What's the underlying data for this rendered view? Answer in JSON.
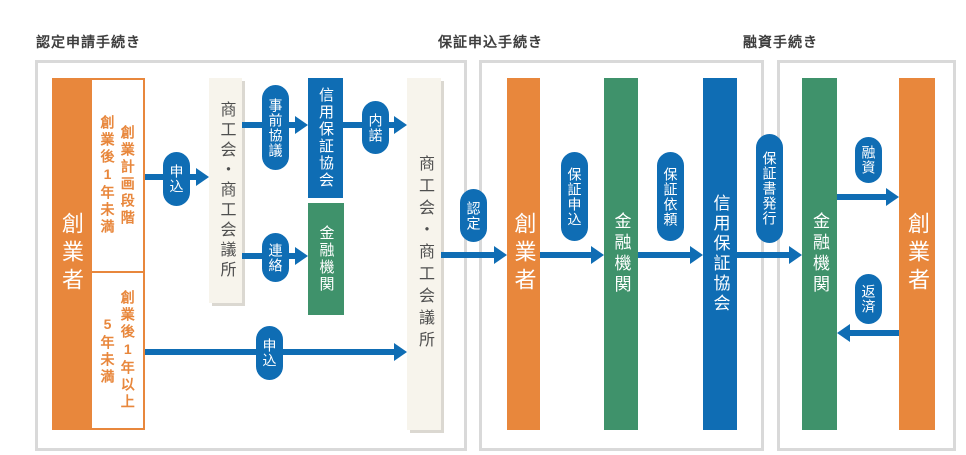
{
  "colors": {
    "orange": "#e8873c",
    "blue": "#0f6db4",
    "green": "#3f926b",
    "cream": "#f7f4ec",
    "panel_border": "#d9d9d9",
    "title_text": "#3d3d3d",
    "chamber_text": "#4f4f4f"
  },
  "section1": {
    "title": "認定申請手続き",
    "founder_bar": "創業者",
    "category_top": "創業計画段階\n創業後1年未満",
    "category_bottom": "創業後1年以上\n5年未満",
    "chamber_left": "商工会・商工会議所",
    "chamber_right": "商工会・商工会議所",
    "credit_guarantee": "信用保証協会",
    "financial_institution": "金融機関",
    "label_apply_top": "申込",
    "label_prior_consult": "事前協議",
    "label_informal_consent": "内諾",
    "label_contact": "連絡",
    "label_apply_bottom": "申込",
    "label_certification": "認定"
  },
  "section2": {
    "title": "保証申込手続き",
    "founder_bar": "創業者",
    "financial_institution": "金融機関",
    "credit_guarantee": "信用保証協会",
    "label_guarantee_apply": "保証申込",
    "label_guarantee_request": "保証依頼",
    "label_guarantee_issue": "保証書発行"
  },
  "section3": {
    "title": "融資手続き",
    "financial_institution": "金融機関",
    "founder_bar": "創業者",
    "label_loan": "融資",
    "label_repayment": "返済"
  }
}
